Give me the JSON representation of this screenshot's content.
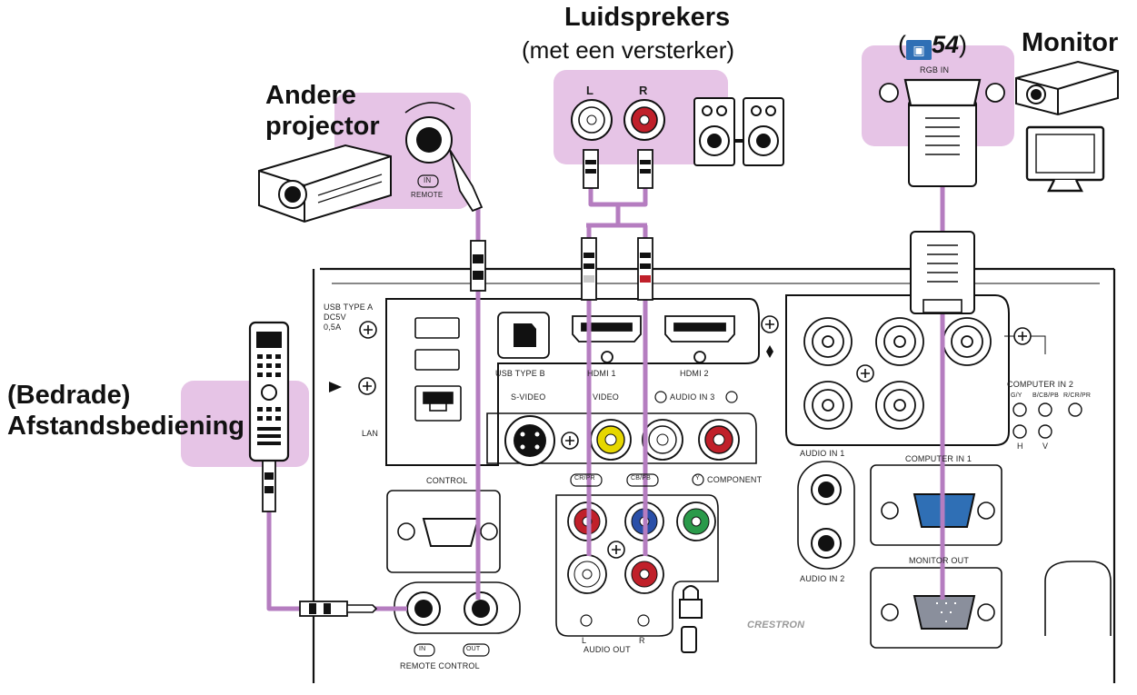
{
  "titles": {
    "speakers": "Luidsprekers",
    "speakers_note": "(met een versterker)",
    "monitor": "Monitor",
    "other_projector_line1": "Andere",
    "other_projector_line2": "projector",
    "remote_line1": "(Bedrade)",
    "remote_line2": "Afstandsbediening",
    "page_ref": "54"
  },
  "device_labels": {
    "rgb_in": "RGB IN",
    "speaker_l": "L",
    "speaker_r": "R",
    "proj_in": "IN",
    "proj_remote": "REMOTE"
  },
  "panel_labels": {
    "usb_type_a": "USB TYPE A",
    "dc5v": "DC5V",
    "current": "0,5A",
    "usb_type_b": "USB TYPE B",
    "hdmi1": "HDMI 1",
    "hdmi2": "HDMI 2",
    "s_video": "S-VIDEO",
    "video": "VIDEO",
    "audio_in3": "AUDIO IN 3",
    "lan": "LAN",
    "control": "CONTROL",
    "cr_pr": "CR/PR",
    "cb_pb": "CB/PB",
    "component": "COMPONENT",
    "audio_out": "AUDIO OUT",
    "audio_in1": "AUDIO IN 1",
    "audio_in2": "AUDIO IN 2",
    "computer_in1": "COMPUTER IN 1",
    "computer_in2": "COMPUTER IN 2",
    "g_y": "G/Y",
    "b_cb_pb": "B/CB/PB",
    "r_cr_pr": "R/CR/PR",
    "h": "H",
    "v": "V",
    "monitor_out": "MONITOR OUT",
    "remote_in": "IN",
    "remote_out": "OUT",
    "remote_control": "REMOTE CONTROL",
    "l": "L",
    "r": "R",
    "y": "Y",
    "crestron": "CRESTRON"
  },
  "colors": {
    "highlight": "#e6c4e6",
    "cable": "#b57dc0"
  }
}
